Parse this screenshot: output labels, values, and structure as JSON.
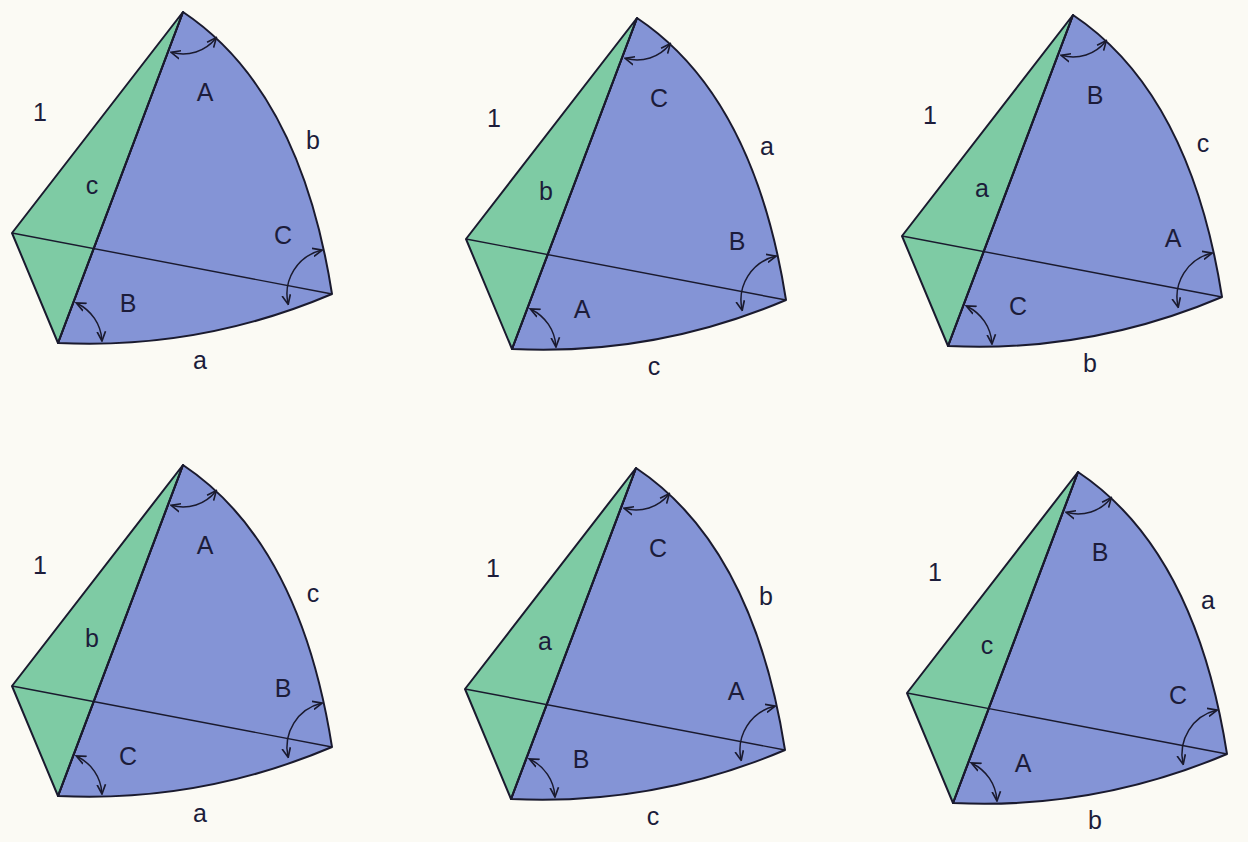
{
  "diagram": {
    "labels": [
      "1",
      "c",
      "A",
      "b",
      "B",
      "C",
      "a",
      "1",
      "b",
      "C",
      "a",
      "A",
      "B",
      "c",
      "1",
      "a",
      "B",
      "c",
      "C",
      "A",
      "b",
      "1",
      "b",
      "A",
      "c",
      "C",
      "B",
      "a",
      "1",
      "a",
      "C",
      "b",
      "B",
      "A",
      "c",
      "1",
      "c",
      "B",
      "a",
      "A",
      "C",
      "b"
    ]
  }
}
